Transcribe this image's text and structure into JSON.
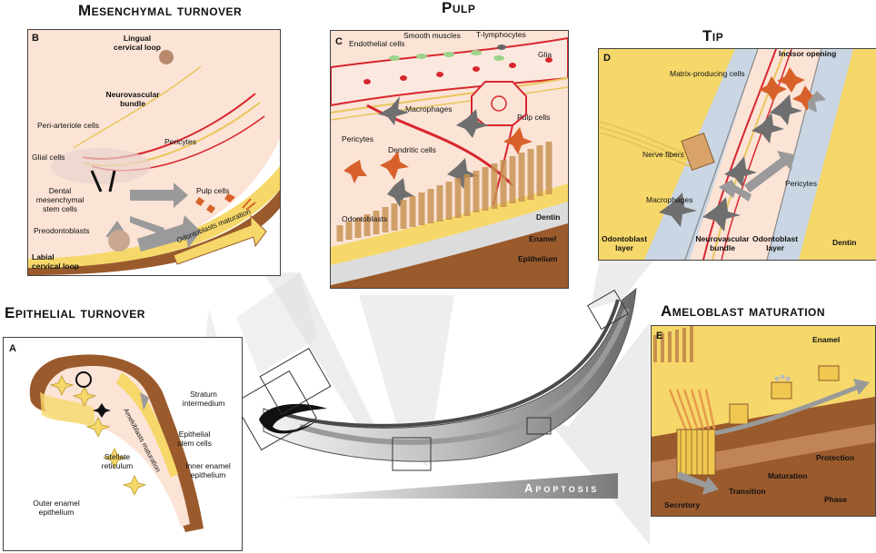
{
  "titles": {
    "mesenchymal": "Mesenchymal turnover",
    "pulp": "Pulp",
    "tip": "Tip",
    "epithelial": "Epithelial turnover",
    "ameloblast": "Ameloblast maturation",
    "apoptosis": "Apoptosis"
  },
  "panels": {
    "B": {
      "letter": "B",
      "labels": {
        "lingual": "Lingual\ncervical loop",
        "neurovascular": "Neurovascular\nbundle",
        "periarteriole": "Peri-arteriole cells",
        "pericytes": "Pericytes",
        "glial": "Glial cells",
        "dental_msc": "Dental\nmesenchymal\nstem cells",
        "pulp_cells": "Pulp cells",
        "preodontoblasts": "Preodontoblasts",
        "odontoblasts_maturation": "Odontoblasts maturation",
        "labial": "Labial\ncervical loop"
      }
    },
    "C": {
      "letter": "C",
      "labels": {
        "t_lymphocytes": "T-lymphocytes",
        "smooth_muscles": "Smooth muscles",
        "endothelial": "Endothelial cells",
        "glia": "Glia",
        "macrophages": "Macrophages",
        "pulp_cells": "Pulp cells",
        "pericytes": "Pericytes",
        "dendritic": "Dendritic cells",
        "odontoblasts": "Odontoblasts",
        "dentin": "Dentin",
        "enamel": "Enamel",
        "epithelium": "Epithelium"
      }
    },
    "D": {
      "letter": "D",
      "labels": {
        "incisor_opening": "Incisor opening",
        "matrix_producing": "Matrix-producing cells",
        "nerve_fibers": "Nerve fibers",
        "pericytes": "Pericytes",
        "macrophages": "Macrophages",
        "odontoblast_layer_left": "Odontoblast\nlayer",
        "neurovascular": "Neurovascular\nbundle",
        "odontoblast_layer_right": "Odontoblast\nlayer",
        "dentin": "Dentin"
      }
    },
    "A": {
      "letter": "A",
      "labels": {
        "stratum": "Stratum\nintermedium",
        "ameloblasts_maturation": "Ameloblasts maturation",
        "epithelial_stem": "Epithelial\nstem cells",
        "stellate": "Stellate\nreticulum",
        "inner_enamel": "Inner enamel\nepithelium",
        "outer_enamel": "Outer enamel\nepithelium"
      }
    },
    "E": {
      "letter": "E",
      "labels": {
        "enamel": "Enamel",
        "protection": "Protection",
        "maturation": "Maturation",
        "transition": "Transition",
        "secretory": "Secretory",
        "phase": "Phase"
      }
    }
  },
  "colors": {
    "enamel_yellow": "#f6d86a",
    "epithelium_brown": "#9a5a2c",
    "pulp_pink": "#fbe3d6",
    "vessel_red": "#d8262e",
    "nerve_yellow": "#e8c75a",
    "gray_arrow": "#9a9a9a",
    "macrophage_gray": "#6f6f6f",
    "pulp_cell_orange": "#d8612b",
    "dentin_blue": "#cad6e3"
  }
}
